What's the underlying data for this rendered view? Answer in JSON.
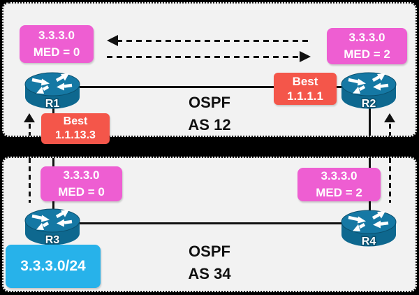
{
  "colors": {
    "background": "#000000",
    "as_area_fill": "#f2f2f2",
    "med_box": "#ee5ed2",
    "best_box": "#f4564a",
    "network_box": "#27b2ea",
    "router": "#1578a4",
    "line": "#111111"
  },
  "as12": {
    "ospf": "OSPF",
    "as": "AS 12",
    "med_left": {
      "net": "3.3.3.0",
      "med": "MED = 0"
    },
    "med_right": {
      "net": "3.3.3.0",
      "med": "MED = 2"
    },
    "best_r1": {
      "title": "Best",
      "ip": "1.1.13.3"
    },
    "best_r2": {
      "title": "Best",
      "ip": "1.1.1.1"
    },
    "routers": {
      "r1": "R1",
      "r2": "R2"
    }
  },
  "as34": {
    "ospf": "OSPF",
    "as": "AS 34",
    "med_left": {
      "net": "3.3.3.0",
      "med": "MED = 0"
    },
    "med_right": {
      "net": "3.3.3.0",
      "med": "MED = 2"
    },
    "network": "3.3.3.0/24",
    "routers": {
      "r3": "R3",
      "r4": "R4"
    }
  }
}
